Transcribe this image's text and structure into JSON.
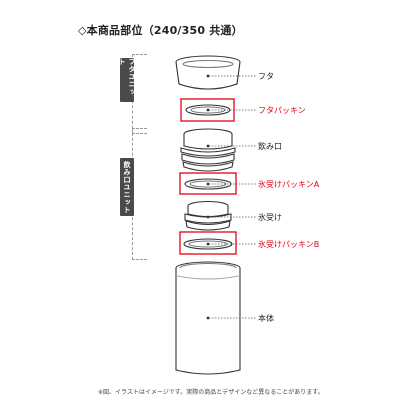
{
  "title": "◇本商品部位（240/350 共通）",
  "groups": {
    "lid_unit": "フタユニット",
    "mouth_unit": "飲み口ユニット"
  },
  "parts": {
    "lid": "フタ",
    "lid_packing": "フタパッキン",
    "mouth": "飲み口",
    "ice_packing_a": "氷受けパッキンA",
    "ice_holder": "氷受け",
    "ice_packing_b": "氷受けパッキンB",
    "body": "本体"
  },
  "footnote": "※図、イラストはイメージです。実際の商品とデザインなど異なることがあります。",
  "colors": {
    "highlight": "#e60012",
    "outline": "#333333",
    "tab": "#4a4a4a"
  }
}
